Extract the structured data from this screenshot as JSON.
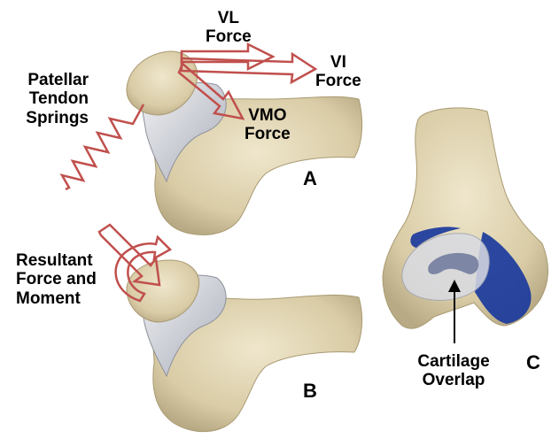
{
  "labels": {
    "patellar_tendon": [
      "Patellar",
      "Tendon",
      "Springs"
    ],
    "vl_force": [
      "VL",
      "Force"
    ],
    "vi_force": [
      "VI",
      "Force"
    ],
    "vmo_force": [
      "VMO",
      "Force"
    ],
    "resultant": [
      "Resultant",
      "Force and",
      "Moment"
    ],
    "cartilage": [
      "Cartilage",
      "Overlap"
    ],
    "panel_a": "A",
    "panel_b": "B",
    "panel_c": "C"
  },
  "colors": {
    "bone": "#e3d7b6",
    "bone_shade": "#b9ab85",
    "cartilage": "#c8cbd3",
    "contact": "#1a3a9c",
    "overlap": "#7d86a4",
    "force_arrow": "#c0504d"
  },
  "icons": {
    "force_arrows": "open-block-arrow",
    "tendon": "zigzag-spring",
    "moment": "curved-arrow",
    "pointer": "line-arrow"
  }
}
